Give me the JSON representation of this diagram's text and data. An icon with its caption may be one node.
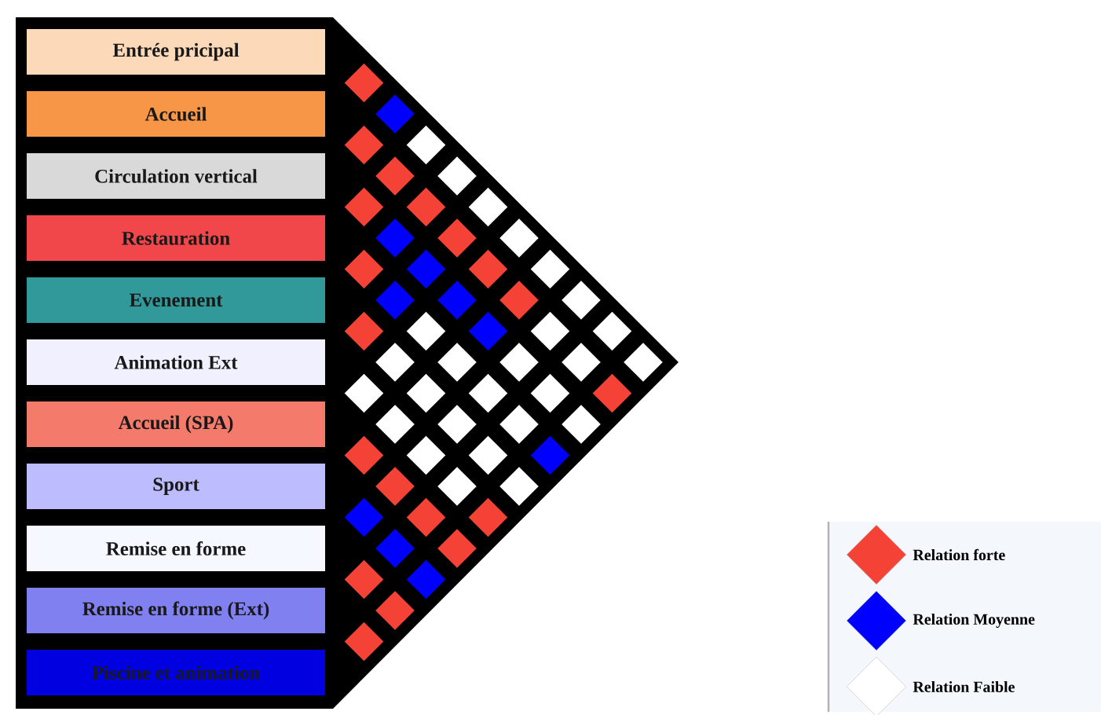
{
  "diagram": {
    "nodes": [
      {
        "text": [
          "Entrée pricipal"
        ]
      },
      {
        "text": [
          "Accueil"
        ]
      },
      {
        "text": [
          "Circulation vertical"
        ]
      },
      {
        "text": [
          "Restauration"
        ]
      },
      {
        "text": [
          "Evenement"
        ]
      },
      {
        "text": [
          "Animation Ext"
        ]
      },
      {
        "text": [
          "Accueil (SPA)"
        ]
      },
      {
        "text": [
          "Sport"
        ]
      },
      {
        "text": [
          "Remise en forme"
        ]
      },
      {
        "text": [
          "Remise en forme (Ext)"
        ]
      },
      {
        "text": [
          "Piscine et animation"
        ]
      },
      {
        "text": [],
        "shape": "diamond"
      },
      {
        "text": [],
        "shape": "diamond"
      },
      {
        "text": [],
        "shape": "diamond"
      },
      {
        "text": [],
        "shape": "diamond"
      },
      {
        "text": [],
        "shape": "diamond"
      },
      {
        "text": [],
        "shape": "diamond"
      },
      {
        "text": [],
        "shape": "diamond"
      },
      {
        "text": [],
        "shape": "diamond"
      },
      {
        "text": [],
        "shape": "diamond"
      },
      {
        "text": [],
        "shape": "diamond"
      },
      {
        "text": [],
        "shape": "diamond"
      },
      {
        "text": [],
        "shape": "diamond"
      },
      {
        "text": [],
        "shape": "diamond"
      },
      {
        "text": [],
        "shape": "diamond"
      },
      {
        "text": [],
        "shape": "diamond"
      },
      {
        "text": [],
        "shape": "diamond"
      },
      {
        "text": [],
        "shape": "diamond"
      },
      {
        "text": [],
        "shape": "diamond"
      },
      {
        "text": [],
        "shape": "diamond"
      },
      {
        "text": [],
        "shape": "diamond"
      },
      {
        "text": [],
        "shape": "diamond"
      },
      {
        "text": [],
        "shape": "diamond"
      },
      {
        "text": [],
        "shape": "diamond"
      },
      {
        "text": [],
        "shape": "diamond"
      },
      {
        "text": [],
        "shape": "diamond"
      },
      {
        "text": [],
        "shape": "diamond"
      },
      {
        "text": [],
        "shape": "diamond"
      },
      {
        "text": [],
        "shape": "diamond"
      },
      {
        "text": [],
        "shape": "diamond"
      },
      {
        "text": [],
        "shape": "diamond"
      },
      {
        "text": [],
        "shape": "diamond"
      },
      {
        "text": [],
        "shape": "diamond"
      },
      {
        "text": [],
        "shape": "diamond"
      },
      {
        "text": [],
        "shape": "diamond"
      },
      {
        "text": [],
        "shape": "diamond"
      },
      {
        "text": [],
        "shape": "diamond"
      },
      {
        "text": [],
        "shape": "diamond"
      },
      {
        "text": [],
        "shape": "diamond"
      },
      {
        "text": [],
        "shape": "diamond"
      },
      {
        "text": [],
        "shape": "diamond"
      },
      {
        "text": [],
        "shape": "diamond"
      },
      {
        "text": [],
        "shape": "diamond"
      },
      {
        "text": [],
        "shape": "diamond"
      },
      {
        "text": [],
        "shape": "diamond"
      },
      {
        "text": [],
        "shape": "diamond"
      },
      {
        "text": [],
        "shape": "diamond"
      },
      {
        "text": [],
        "shape": "diamond"
      },
      {
        "text": [],
        "shape": "diamond"
      },
      {
        "text": [],
        "shape": "diamond"
      },
      {
        "text": [],
        "shape": "diamond"
      },
      {
        "text": [],
        "shape": "diamond"
      },
      {
        "text": [],
        "shape": "diamond"
      },
      {
        "text": [],
        "shape": "diamond"
      },
      {
        "text": [],
        "shape": "diamond"
      },
      {
        "text": [],
        "shape": "diamond"
      }
    ],
    "legend": [
      {
        "text": "Relation forte",
        "color": "#f44336"
      },
      {
        "text": "Relation Moyenne",
        "color": "#0000ff"
      },
      {
        "text": "Relation Faible",
        "color": "#ffffff"
      }
    ]
  }
}
